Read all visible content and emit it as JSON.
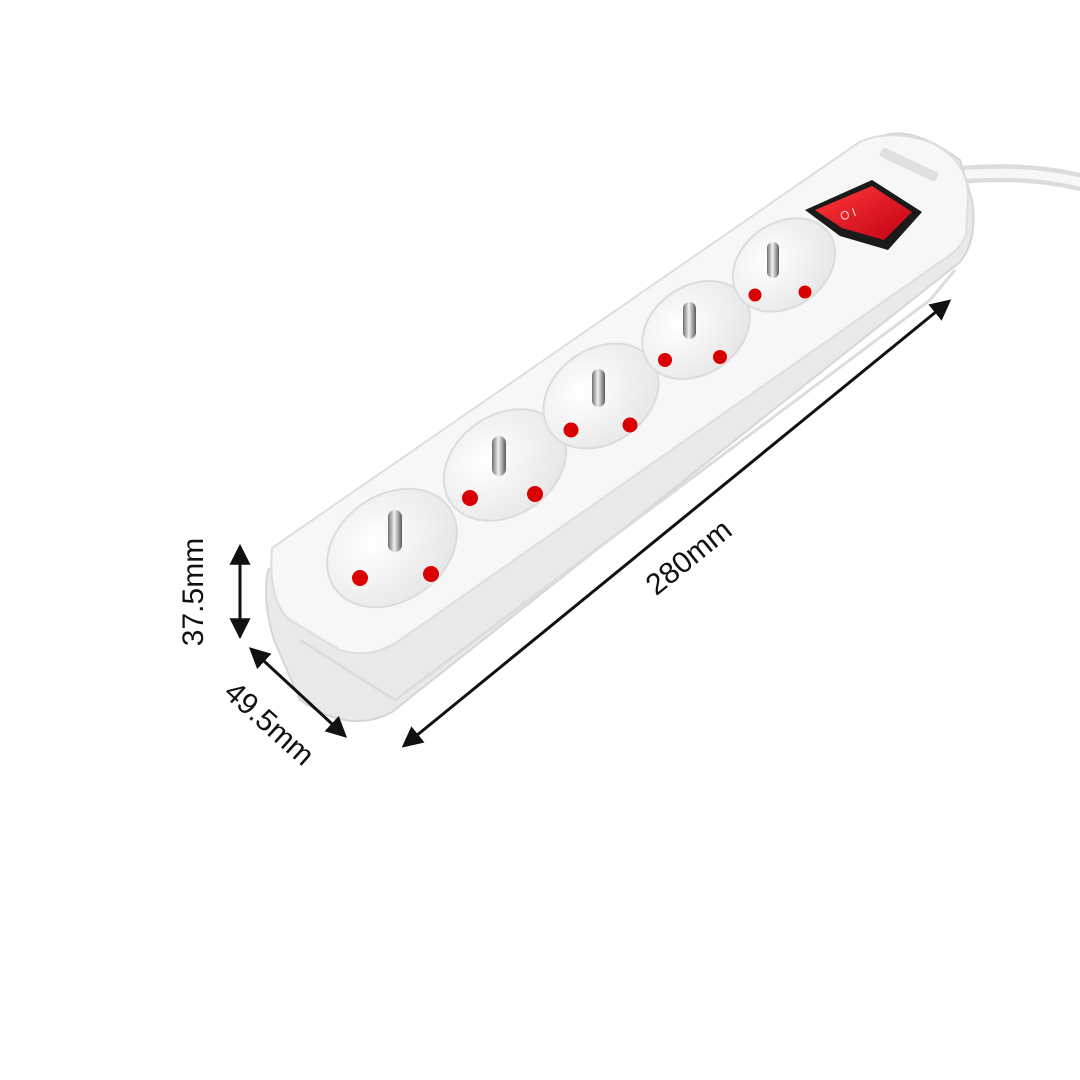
{
  "product": {
    "name": "power-strip",
    "outlet_count": 5,
    "switch_color": "#e8121c",
    "switch_marks": "O  I",
    "body_color": "#f4f4f4",
    "contact_color": "#d80000"
  },
  "dimensions": {
    "length": "280mm",
    "height": "37.5mm",
    "width": "49.5mm"
  },
  "colors": {
    "arrow": "#111111",
    "background": "#ffffff"
  }
}
